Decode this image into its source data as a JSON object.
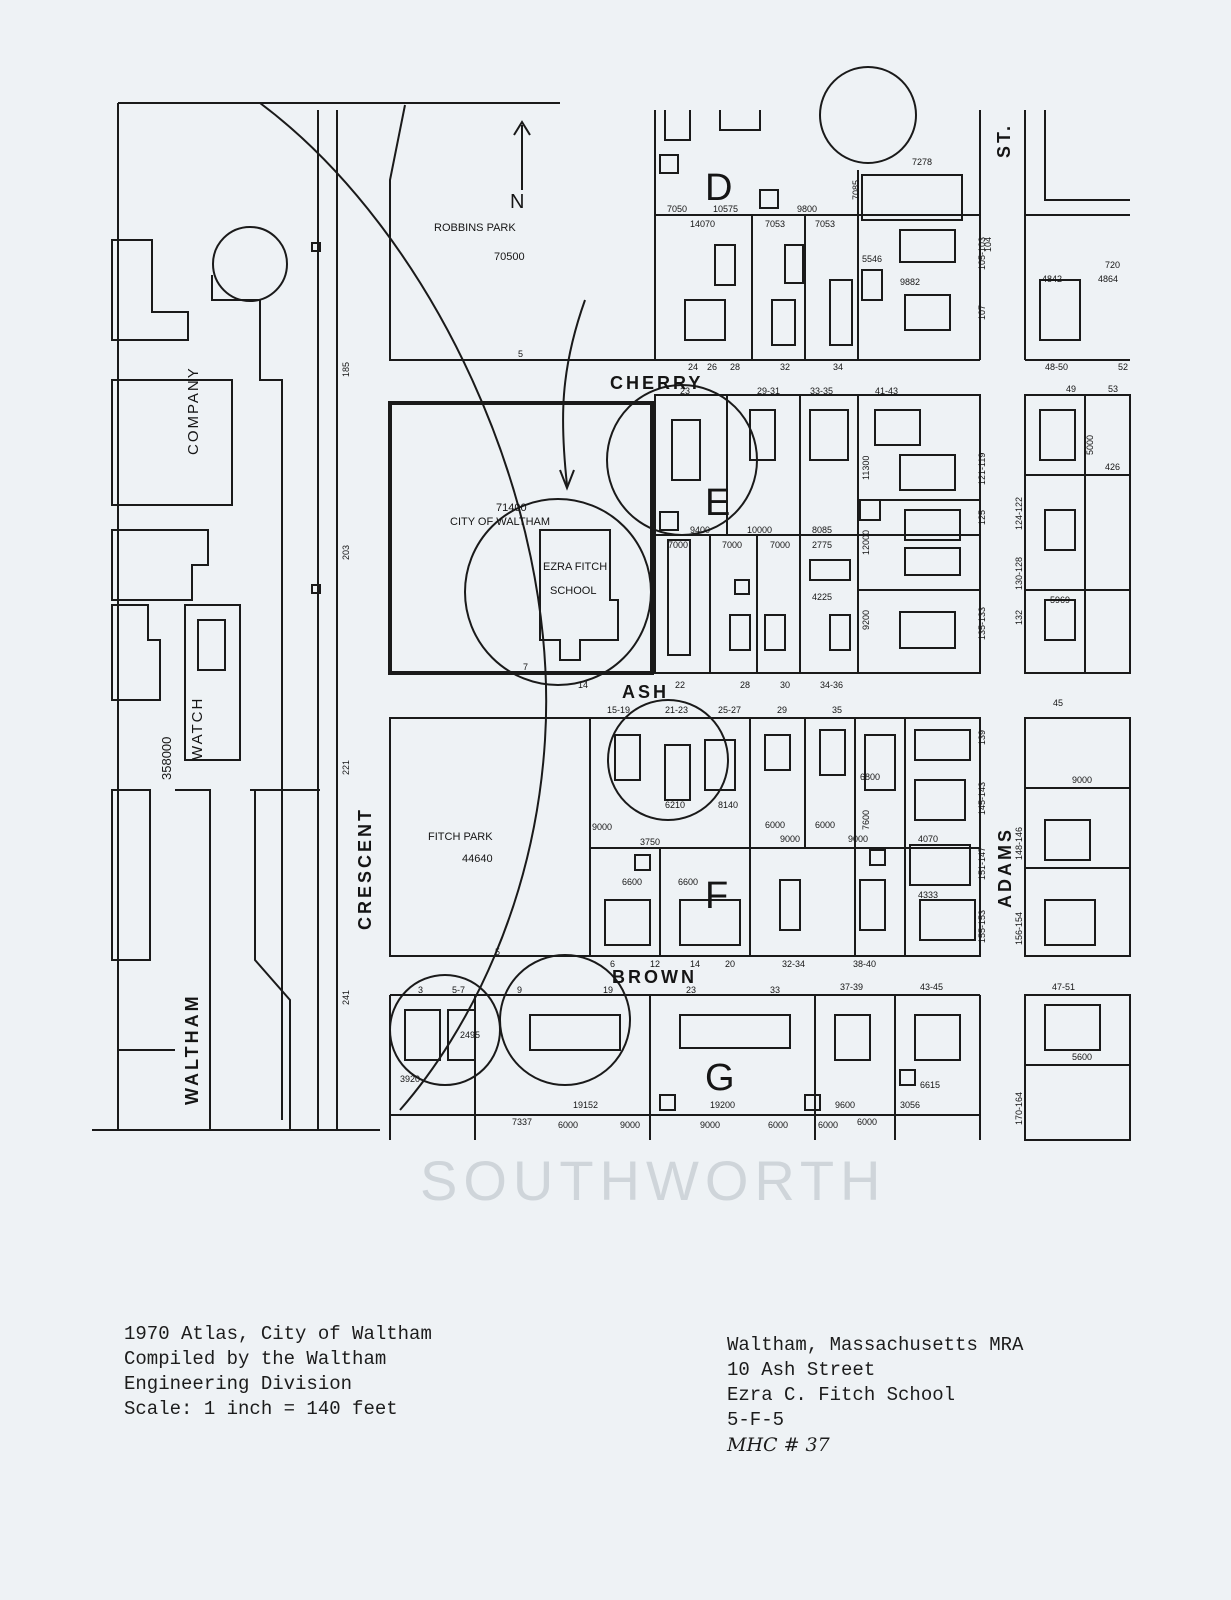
{
  "map": {
    "park_robbins": {
      "name": "ROBBINS PARK",
      "area": "70500"
    },
    "park_fitch": {
      "name": "FITCH PARK",
      "area": "44640"
    },
    "school_parcel": {
      "area": "71400",
      "owner": "CITY OF WALTHAM",
      "building_line1": "EZRA FITCH",
      "building_line2": "SCHOOL"
    },
    "company": {
      "name": "COMPANY",
      "word": "WATCH",
      "area": "358000"
    },
    "streets": {
      "cherry": "CHERRY",
      "ash": "ASH",
      "brown": "BROWN",
      "crescent": "CRESCENT",
      "adams": "ADAMS",
      "waltham": "WALTHAM",
      "st": "ST."
    },
    "blocks": {
      "d": "D",
      "e": "E",
      "f": "F",
      "g": "G"
    },
    "north": "N",
    "crescent_numbers": [
      "185",
      "203",
      "221",
      "241"
    ],
    "parcel_areas": {
      "d": [
        "7050",
        "10575",
        "9800",
        "7085",
        "14070",
        "7053",
        "7053",
        "5546",
        "9882",
        "7278"
      ],
      "e": [
        "9400",
        "10000",
        "8085",
        "7000",
        "7000",
        "7000",
        "2775",
        "4225",
        "11300",
        "12000",
        "9200"
      ],
      "f": [
        "9000",
        "3750",
        "6600",
        "6600",
        "6210",
        "8140",
        "6000",
        "6000",
        "9000",
        "9000",
        "6800",
        "7600",
        "4070",
        "4333"
      ],
      "g": [
        "19152",
        "19200",
        "9000",
        "9000",
        "6000",
        "6000",
        "6000",
        "6000",
        "9600",
        "3056",
        "6615",
        "3920",
        "2495",
        "7337"
      ],
      "east": [
        "4842",
        "4864",
        "5000",
        "5969",
        "9000",
        "5600",
        "426",
        "720"
      ]
    },
    "house_numbers": {
      "cherry": [
        "5",
        "23",
        "24",
        "26",
        "28",
        "32",
        "34",
        "29-31",
        "33-35",
        "41-43",
        "48-50",
        "52",
        "49",
        "53"
      ],
      "ash": [
        "7",
        "14",
        "22",
        "28",
        "30",
        "34-36",
        "15-19",
        "21-23",
        "25-27",
        "29",
        "35",
        "45"
      ],
      "brown": [
        "5",
        "6",
        "12",
        "14",
        "20",
        "32-34",
        "38-40",
        "3",
        "5-7",
        "9",
        "19",
        "23",
        "33",
        "37-39",
        "43-45",
        "47-51"
      ],
      "adams": [
        "104",
        "107",
        "105-103",
        "121-119",
        "125",
        "135-133",
        "139",
        "145-143",
        "151-147",
        "155-153",
        "124-122",
        "130-128",
        "132",
        "148-146",
        "156-154",
        "170-164"
      ]
    }
  },
  "caption_left": {
    "line1": "1970 Atlas, City of Waltham",
    "line2": "Compiled by the Waltham",
    "line3": "Engineering Division",
    "line4": "Scale: 1 inch = 140 feet"
  },
  "caption_right": {
    "line1": "Waltham, Massachusetts MRA",
    "line2": "10 Ash Street",
    "line3": "Ezra C. Fitch School",
    "line4": "5-F-5",
    "handwritten": "MHC # 37"
  }
}
